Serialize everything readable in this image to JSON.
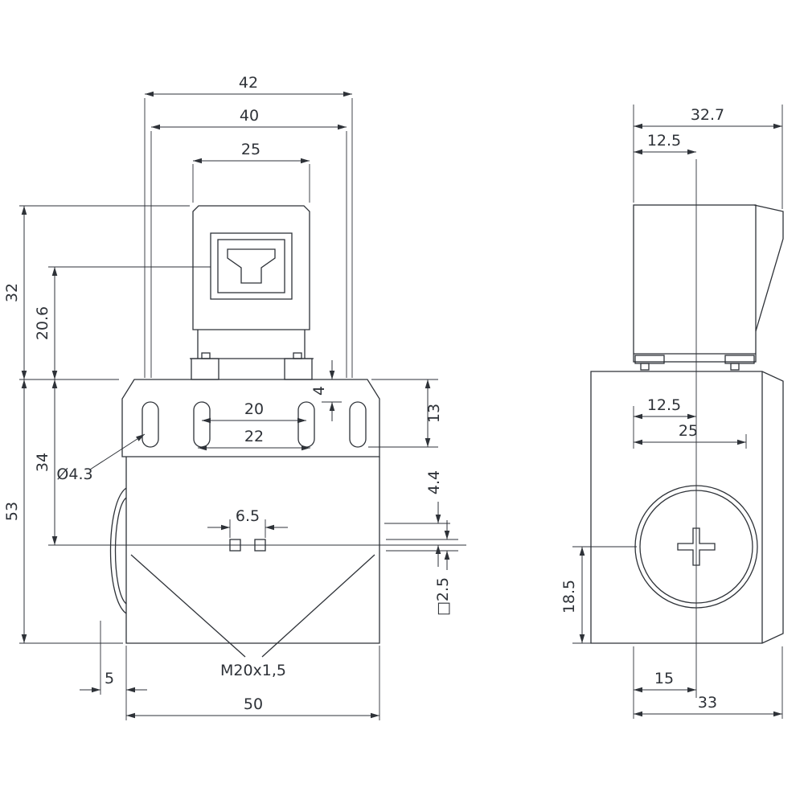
{
  "front": {
    "dim_42": "42",
    "dim_40": "40",
    "dim_25": "25",
    "dim_32": "32",
    "dim_20_6": "20.6",
    "dim_53": "53",
    "dim_34": "34",
    "dim_4": "4",
    "dim_13": "13",
    "dim_20": "20",
    "dim_22": "22",
    "slot_dia": "Ø4.3",
    "dim_4_4": "4.4",
    "dim_6_5": "6.5",
    "dim_sq_2_5": "□2.5",
    "thread": "M20x1,5",
    "dim_5": "5",
    "dim_50": "50"
  },
  "side": {
    "dim_32_7": "32.7",
    "dim_12_5_top": "12.5",
    "dim_12_5_mid": "12.5",
    "dim_25": "25",
    "dim_18_5": "18.5",
    "dim_15": "15",
    "dim_33": "33"
  }
}
